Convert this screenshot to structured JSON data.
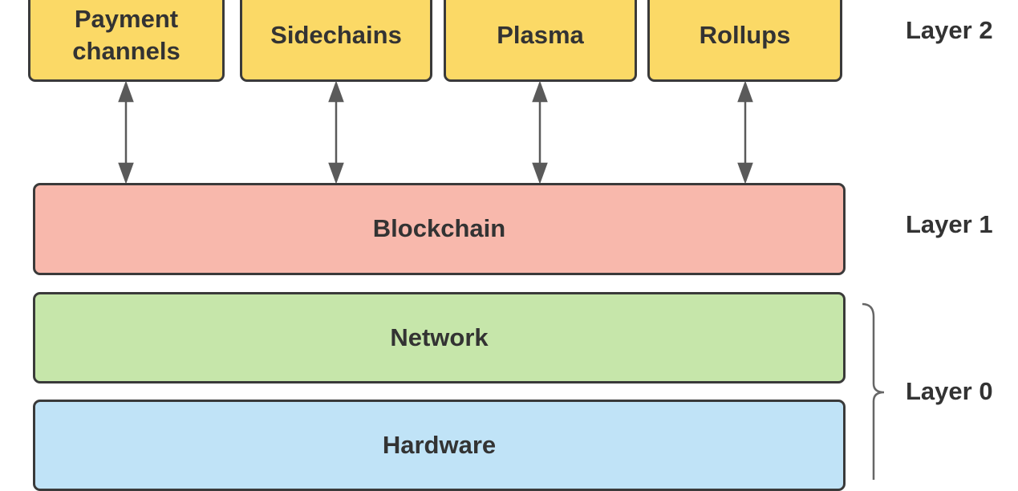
{
  "diagram": {
    "layer2_nodes": [
      "Payment\nchannels",
      "Sidechains",
      "Plasma",
      "Rollups"
    ],
    "blockchain": "Blockchain",
    "network": "Network",
    "hardware": "Hardware",
    "labels": {
      "layer2": "Layer 2",
      "layer1": "Layer 1",
      "layer0": "Layer 0"
    },
    "colors": {
      "layer2": "#fbd966",
      "blockchain": "#f8b8ac",
      "network": "#c6e6aa",
      "hardware": "#c0e3f7",
      "border": "#3a3a3a",
      "arrow": "#5a5a5a"
    }
  }
}
